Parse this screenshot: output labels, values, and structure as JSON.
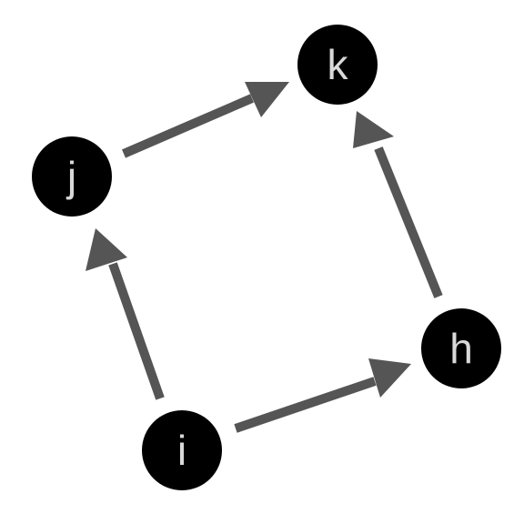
{
  "diagram": {
    "type": "directed-graph",
    "colors": {
      "background": "#ffffff",
      "node_fill": "#000000",
      "node_label": "#d9d9d9",
      "edge": "#555555"
    },
    "nodes": [
      {
        "id": "k",
        "label": "k"
      },
      {
        "id": "j",
        "label": "j"
      },
      {
        "id": "h",
        "label": "h"
      },
      {
        "id": "i",
        "label": "i"
      }
    ],
    "edges": [
      {
        "from": "j",
        "to": "k"
      },
      {
        "from": "h",
        "to": "k"
      },
      {
        "from": "i",
        "to": "j"
      },
      {
        "from": "i",
        "to": "h"
      }
    ]
  }
}
